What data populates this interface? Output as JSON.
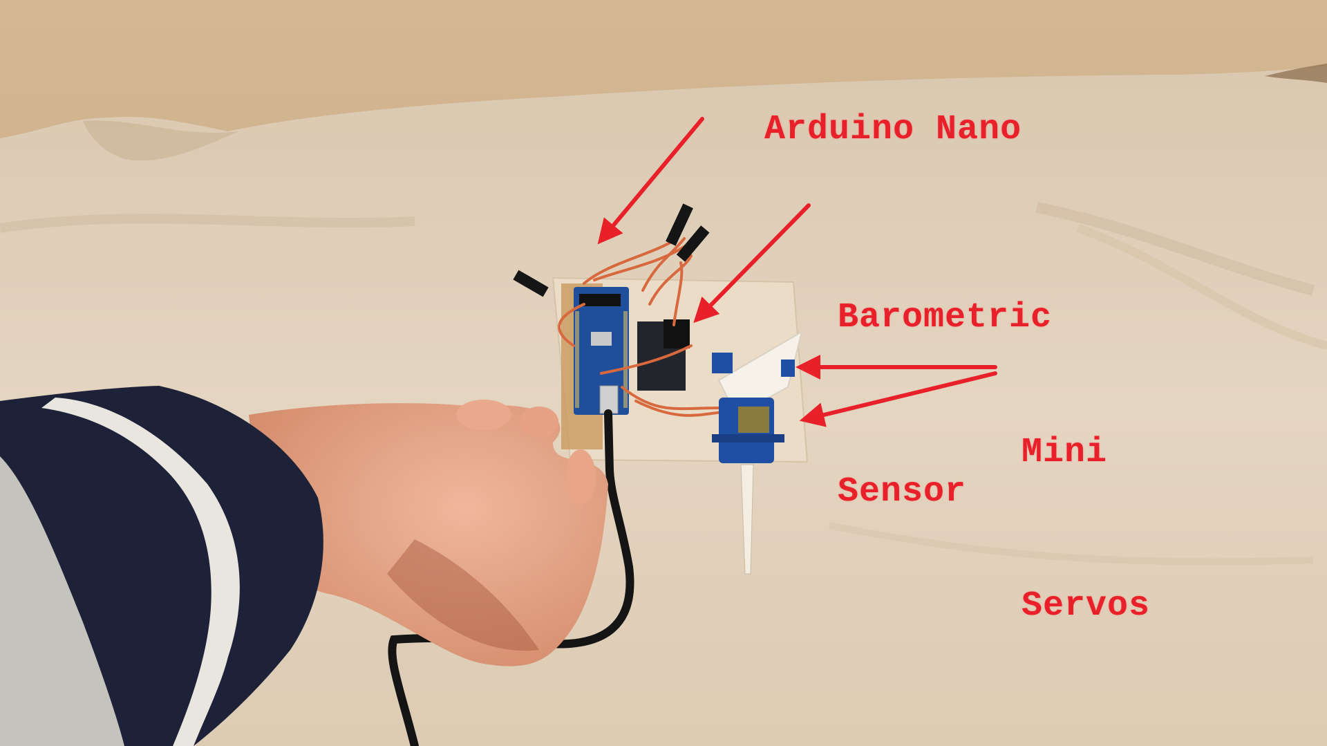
{
  "photo": {
    "subject": "Arduino-based barometric prototype on wooden board held by hand",
    "colors": {
      "wall": "#c9a880",
      "towel": "#e2d2bd",
      "towel_shadow": "#cdb89d",
      "board": "#e9dcc6",
      "arduino_pcb": "#1f4f9a",
      "sensor_pcb": "#23252c",
      "servo_body": "#1e4fa3",
      "skin": "#e7a88c",
      "sleeve_navy": "#1d2238",
      "sleeve_stripe": "#e9e6df",
      "cable": "#141414",
      "wire_orange": "#d8693e"
    }
  },
  "annotations": {
    "color": "#e8202a",
    "labels": [
      {
        "id": "arduino-nano",
        "lines": [
          "Arduino Nano"
        ]
      },
      {
        "id": "barometric-sensor",
        "lines": [
          "Barometric",
          "Sensor"
        ]
      },
      {
        "id": "mini-servos",
        "lines": [
          "Mini",
          "Servos"
        ]
      }
    ]
  }
}
